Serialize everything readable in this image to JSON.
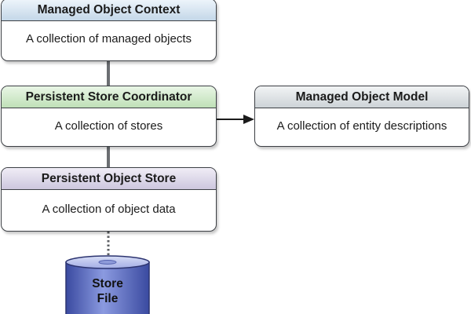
{
  "nodes": {
    "managed_object_context": {
      "title": "Managed Object Context",
      "description": "A collection of managed objects"
    },
    "persistent_store_coordinator": {
      "title": "Persistent Store Coordinator",
      "description": "A collection of stores"
    },
    "managed_object_model": {
      "title": "Managed Object Model",
      "description": "A collection of entity descriptions"
    },
    "persistent_object_store": {
      "title": "Persistent Object Store",
      "description": "A collection of object data"
    },
    "store_file": {
      "line1": "Store",
      "line2": "File"
    }
  },
  "colors": {
    "context_header": "#c4d7e8",
    "coordinator_header": "#bfe0b7",
    "model_header": "#cdd3d7",
    "store_header": "#cdc7de",
    "cylinder": "#5467c2",
    "border": "#3c3f44"
  }
}
